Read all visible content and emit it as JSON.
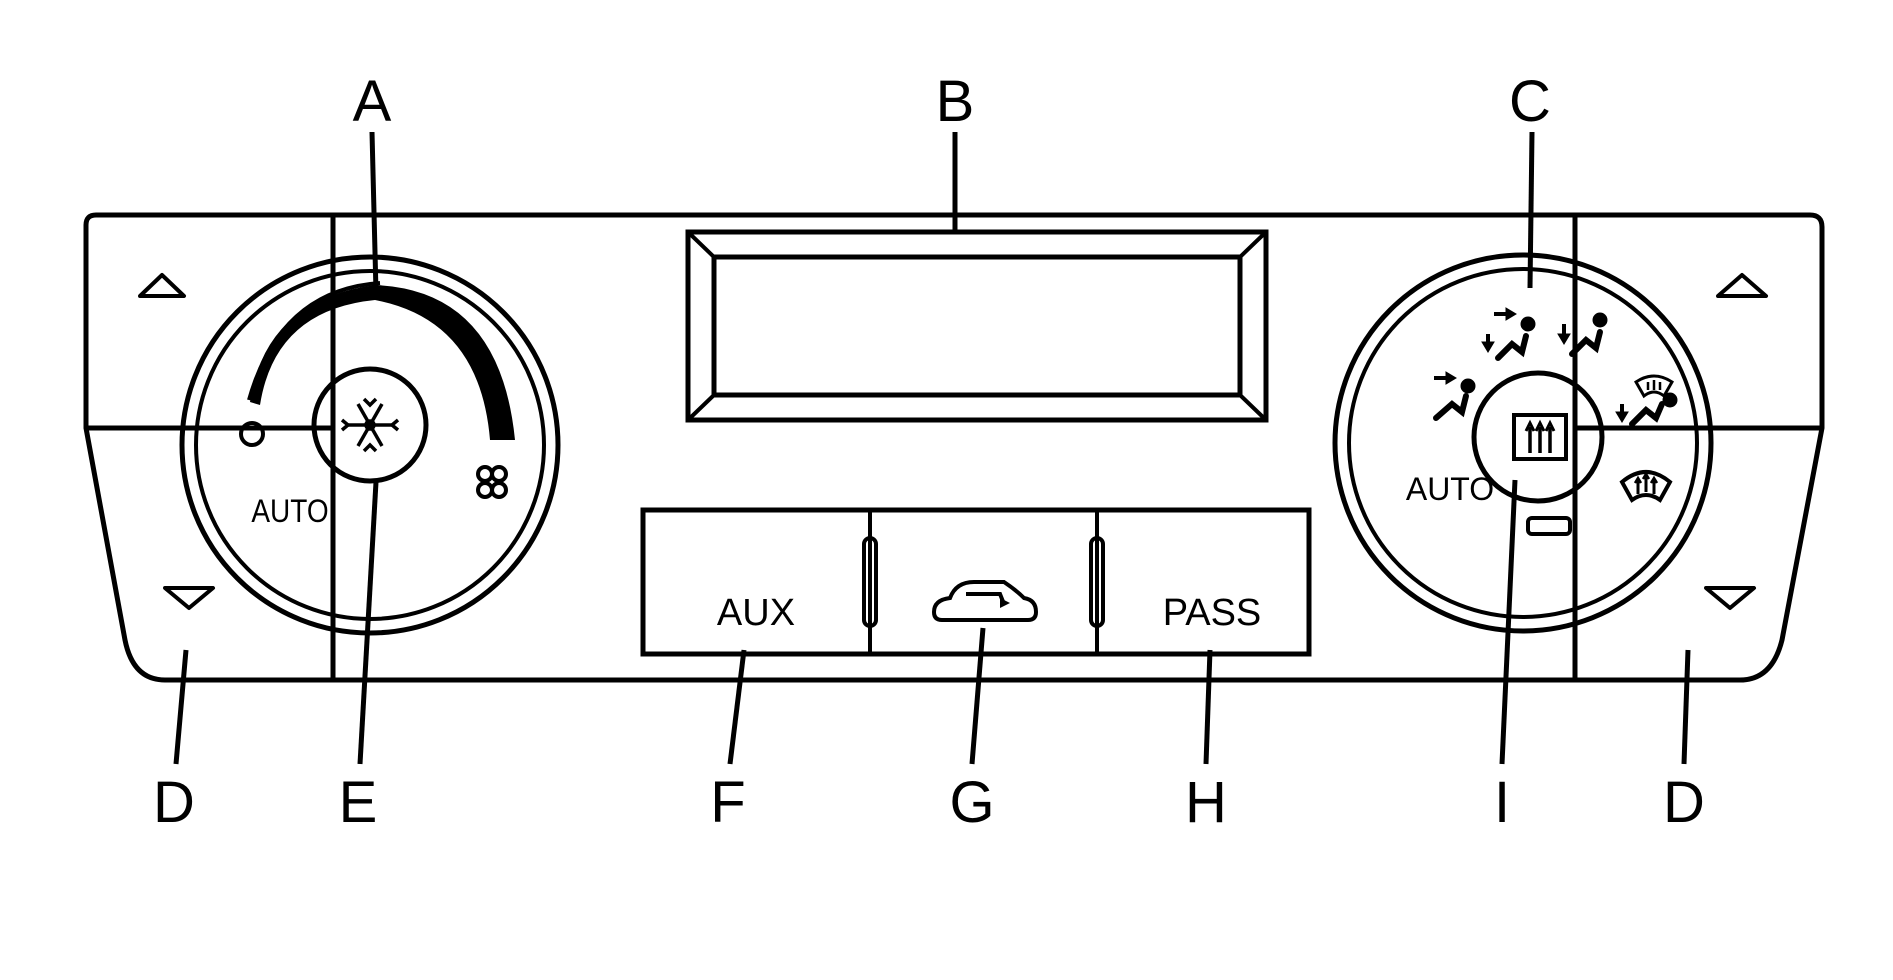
{
  "callouts": {
    "a": "A",
    "b": "B",
    "c": "C",
    "d_left": "D",
    "e": "E",
    "f": "F",
    "g": "G",
    "h": "H",
    "i": "I",
    "d_right": "D"
  },
  "left_knob": {
    "auto_label": "AUTO"
  },
  "right_knob": {
    "auto_label": "AUTO"
  },
  "buttons": {
    "aux_label": "AUX",
    "pass_label": "PASS"
  },
  "icons": {
    "up_left": "triangle-up-icon",
    "down_left": "triangle-down-icon",
    "up_right": "triangle-up-icon",
    "down_right": "triangle-down-icon",
    "ac": "snowflake-icon",
    "fan": "fan-icon",
    "off": "circle-off-icon",
    "recirc": "car-recirculation-icon",
    "rear_defrost": "rear-defrost-icon",
    "vent": "vent-mode-icon",
    "bilevel": "bilevel-mode-icon",
    "floor": "floor-mode-icon",
    "defog": "defog-mode-icon",
    "defrost": "defrost-icon",
    "indicator": "indicator-light-icon"
  },
  "colors": {
    "line": "#000000",
    "background": "#ffffff"
  }
}
